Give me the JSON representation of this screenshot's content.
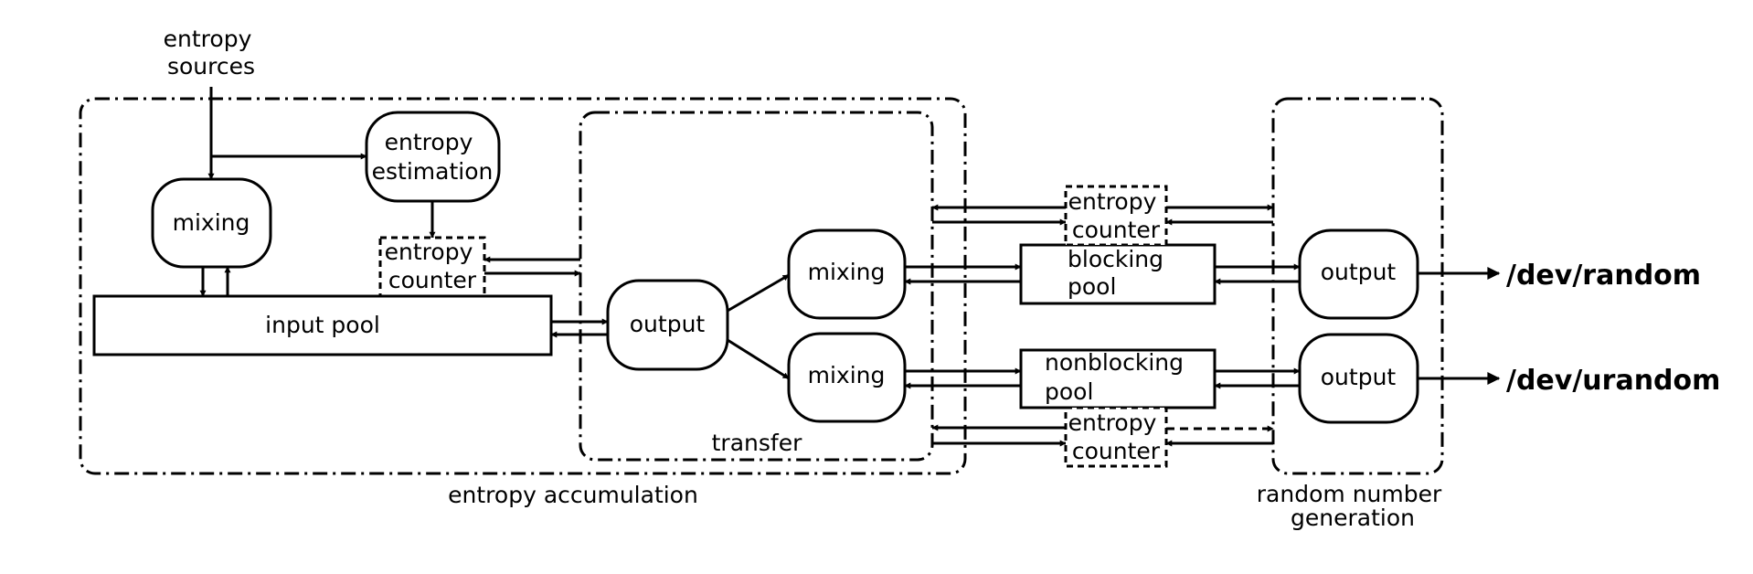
{
  "labels": {
    "entropy_sources": [
      "entropy",
      "sources"
    ],
    "entropy_estimation": [
      "entropy",
      "estimation"
    ],
    "mixing": "mixing",
    "entropy_counter": [
      "entropy",
      "counter"
    ],
    "input_pool": "input pool",
    "output": "output",
    "transfer": "transfer",
    "entropy_accumulation": "entropy accumulation",
    "blocking_pool": [
      "blocking",
      "pool"
    ],
    "nonblocking_pool": [
      "nonblocking",
      "pool"
    ],
    "random_number_generation": [
      "random number",
      "generation"
    ],
    "dev_random": "/dev/random",
    "dev_urandom": "/dev/urandom"
  }
}
